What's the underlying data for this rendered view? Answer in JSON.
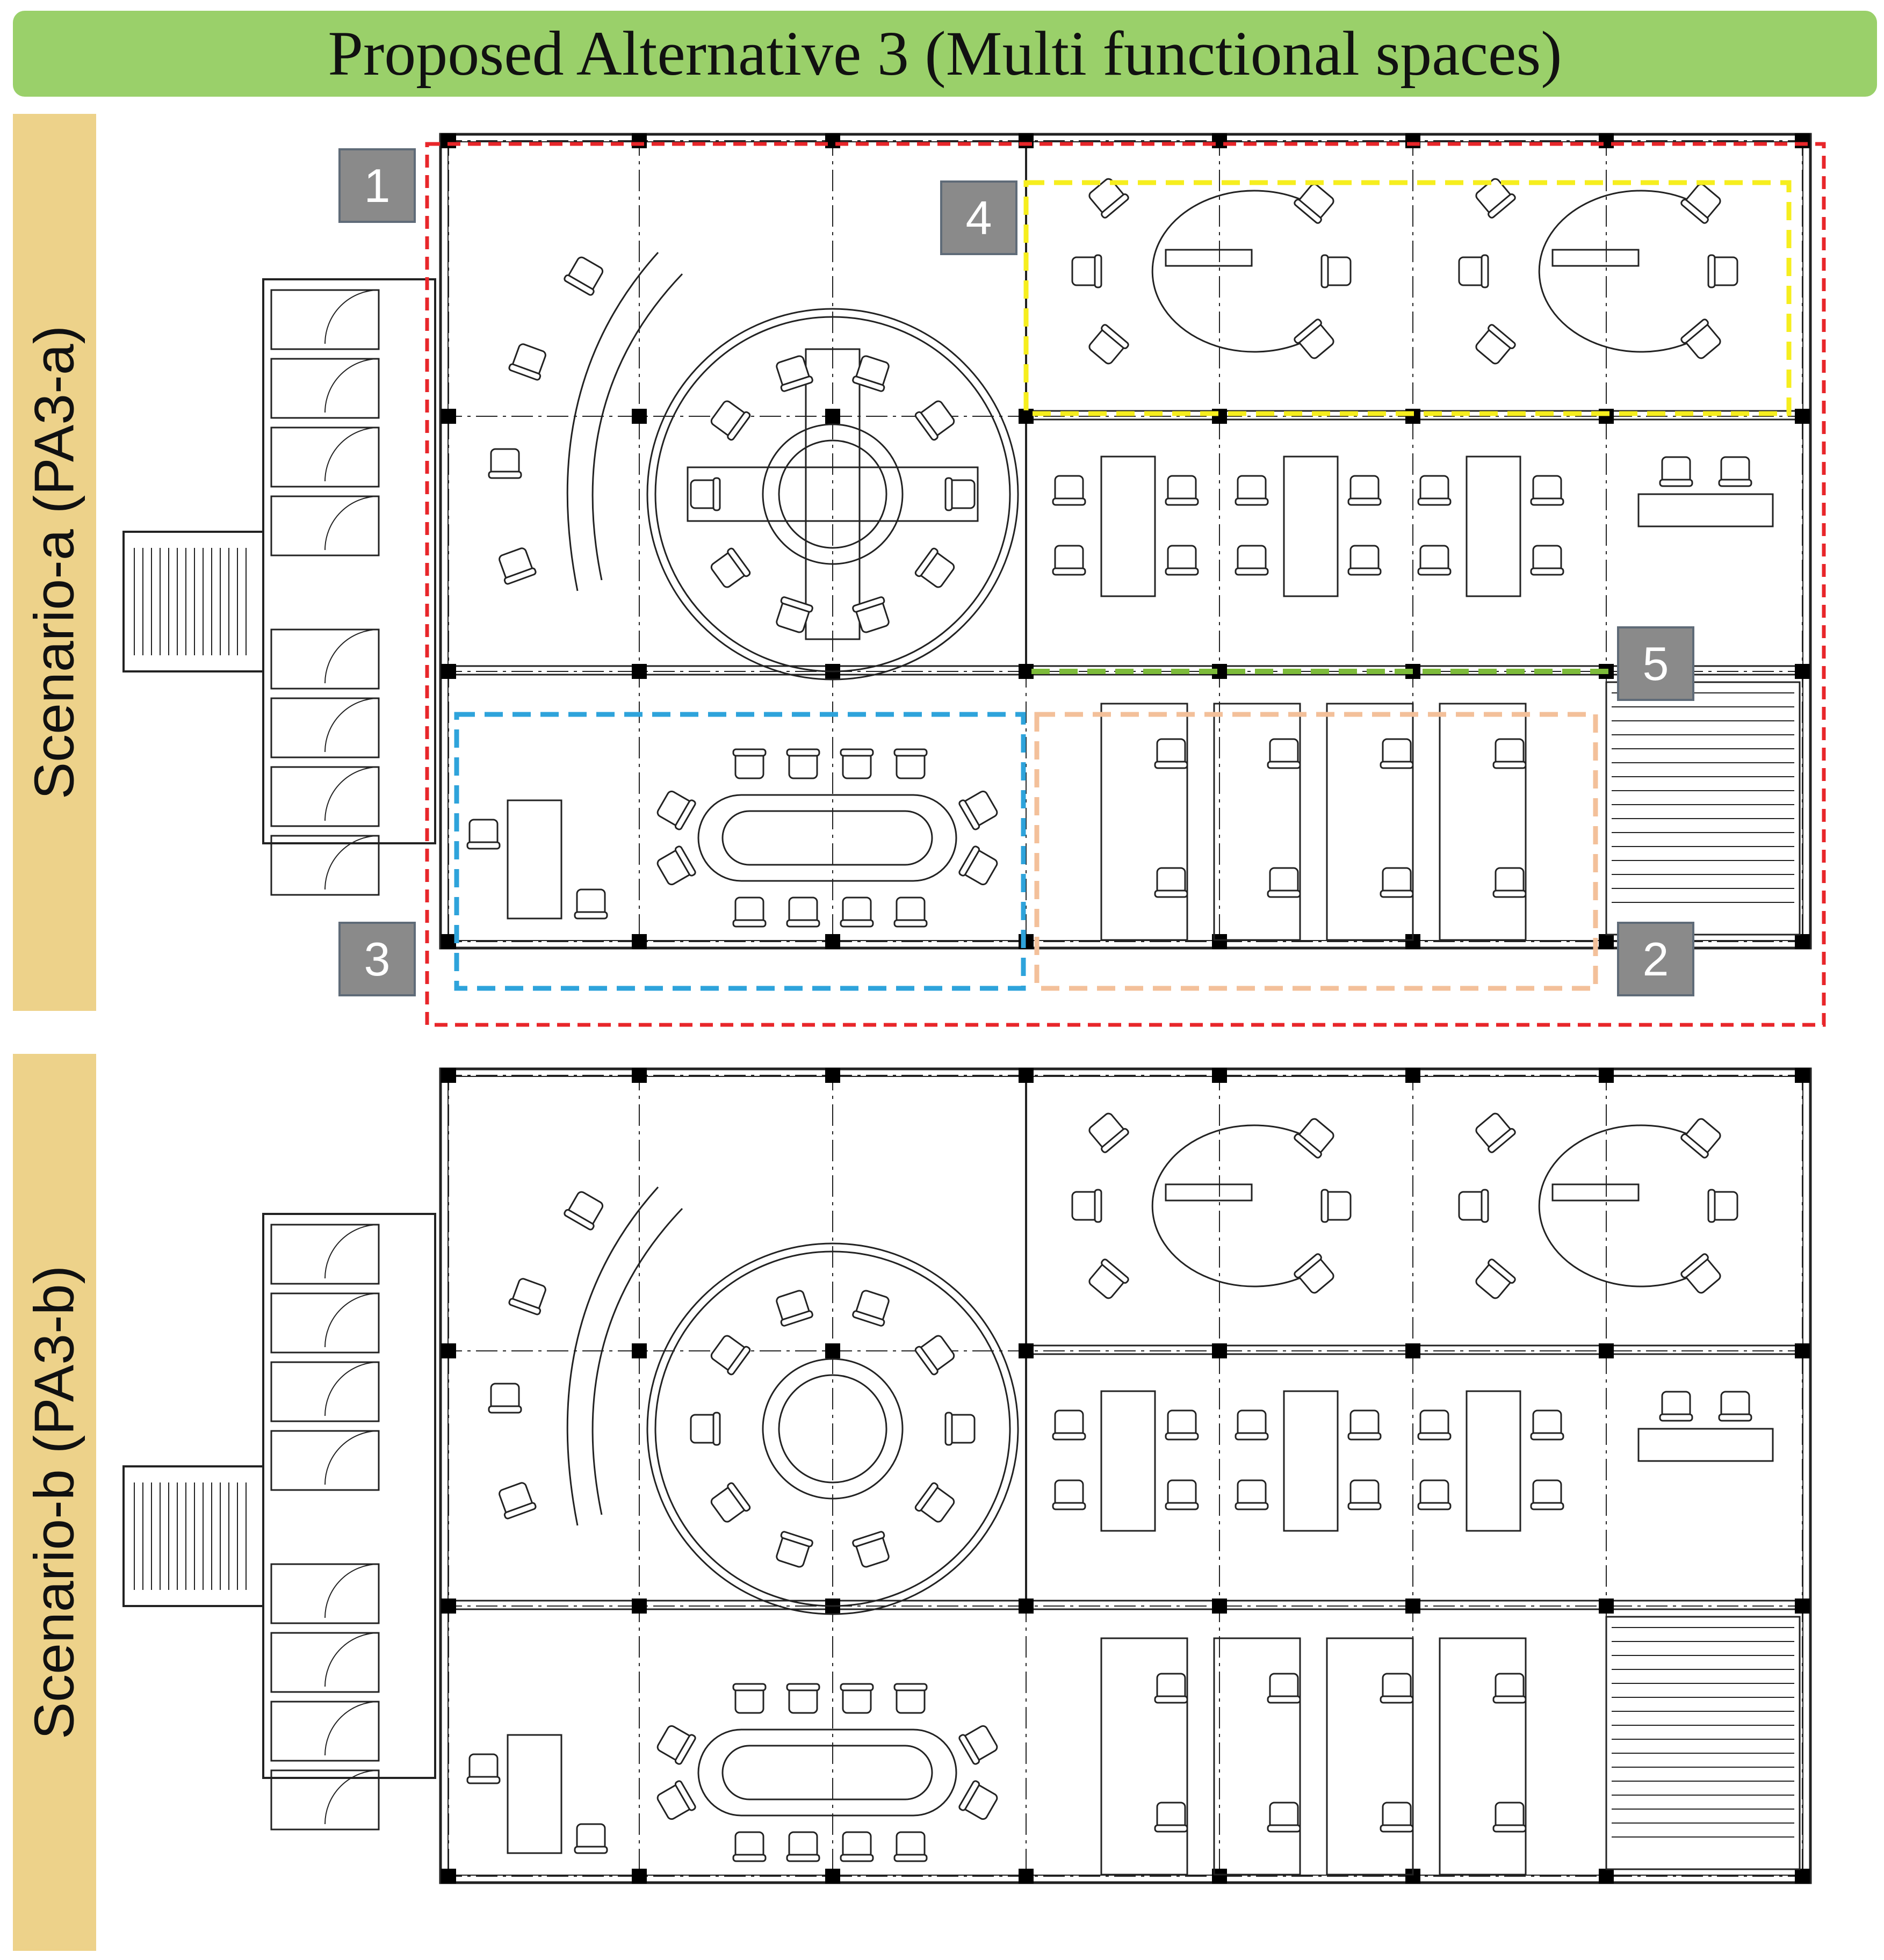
{
  "title": "Proposed Alternative 3 (Multi functional spaces)",
  "scenarios": [
    {
      "label": "Scenario-a (PA3-a)"
    },
    {
      "label": "Scenario-b (PA3-b)"
    }
  ],
  "zone_markers": [
    "1",
    "2",
    "3",
    "4",
    "5"
  ],
  "colors": {
    "title_bg": "#9ad06a",
    "label_bg": "#edd28a",
    "marker_bg": "#8a8a8a",
    "building_outline": "#e8262a",
    "zone_yellow": "#f6ee1e",
    "zone_blue": "#2ea3db",
    "zone_orange": "#f3c09a",
    "zone_green": "#7dbb3a",
    "line": "#222222"
  }
}
